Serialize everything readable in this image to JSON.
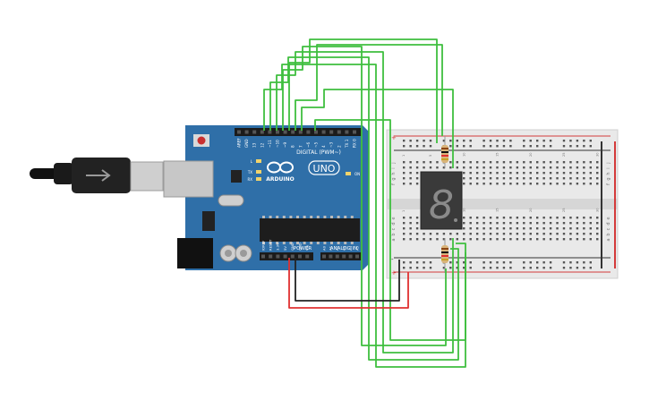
{
  "arduino": {
    "brand": "ARDUINO",
    "model": "UNO",
    "digital_label": "DIGITAL (PWM~)",
    "power_label": "POWER",
    "analog_label": "ANALOG IN",
    "on_label": "ON",
    "tx_label": "TX",
    "rx_label": "RX",
    "l_label": "L",
    "digital_pins": [
      "AREF",
      "GND",
      "13",
      "12",
      "~11",
      "~10",
      "~9",
      "8",
      "7",
      "~6",
      "~5",
      "4",
      "~3",
      "2",
      "TX 1",
      "RX 0"
    ],
    "power_pins": [
      "IOREF",
      "RESET",
      "3.3V",
      "5V",
      "GND",
      "GND",
      "Vin"
    ],
    "analog_pins": [
      "A0",
      "A1",
      "A2",
      "A3",
      "A4",
      "A5"
    ]
  },
  "breadboard": {
    "col_numbers": [
      "1",
      "",
      "",
      "",
      "5",
      "",
      "",
      "",
      "",
      "10",
      "",
      "",
      "",
      "",
      "15",
      "",
      "",
      "",
      "",
      "20",
      "",
      "",
      "",
      "",
      "25",
      "",
      "",
      "",
      "",
      "30"
    ],
    "rows_top": [
      "j",
      "i",
      "h",
      "g",
      "f"
    ],
    "rows_bottom": [
      "e",
      "d",
      "c",
      "b",
      "a"
    ],
    "plus": "+",
    "minus": "-"
  },
  "display": {
    "digit": "8"
  },
  "colors": {
    "board": "#2f6fa8",
    "board_dark": "#245a8a",
    "wire_green": "#3fbf3f",
    "wire_red": "#e03030",
    "wire_black": "#222222",
    "breadboard": "#e9e9e9",
    "rail_red": "#d43a3a",
    "rail_black": "#333333"
  }
}
